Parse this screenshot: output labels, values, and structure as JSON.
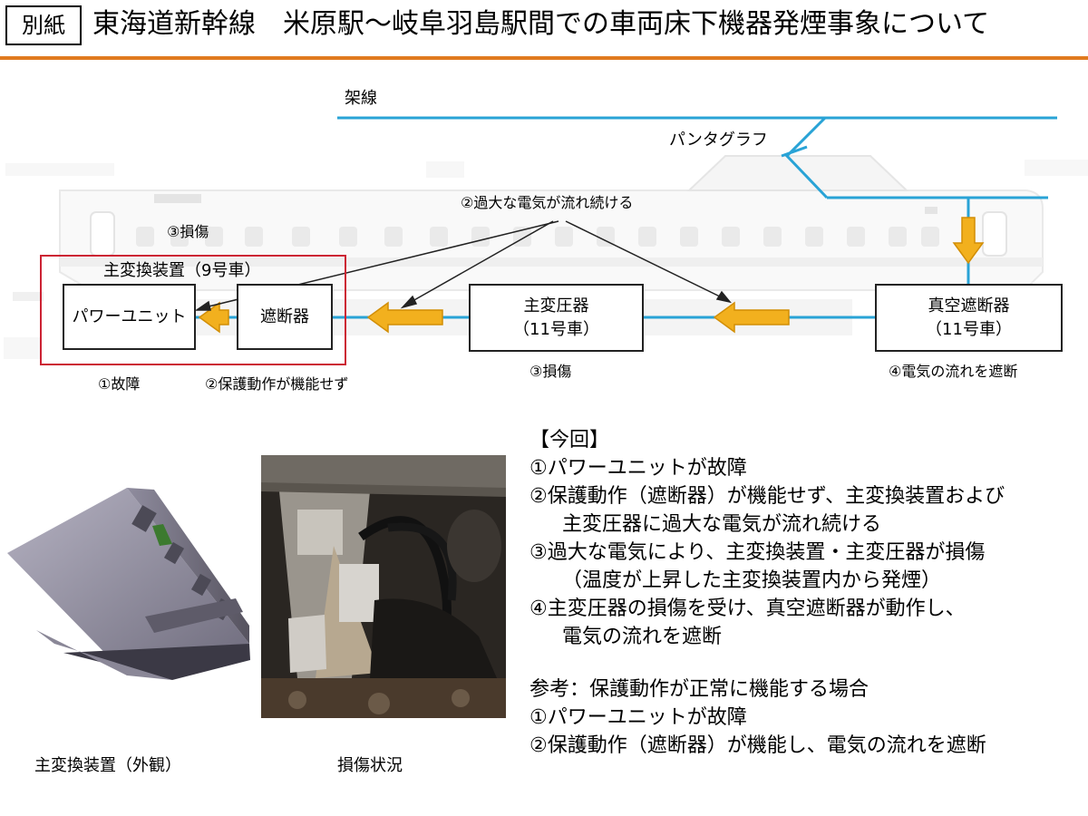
{
  "header": {
    "tag": "別紙",
    "title": "東海道新幹線　米原駅～岐阜羽島駅間での車両床下機器発煙事象について"
  },
  "diagram": {
    "overhead_line": "架線",
    "pantograph": "パンタグラフ",
    "excess_power": "②過大な電気が流れ続ける",
    "damage_top": "③損傷",
    "converter_title": "主変換装置（9号車）",
    "power_unit": "パワーユニット",
    "breaker": "遮断器",
    "transformer_line1": "主変圧器",
    "transformer_line2": "（11号車）",
    "vcb_line1": "真空遮断器",
    "vcb_line2": "（11号車）",
    "label_failure": "①故障",
    "label_protection": "②保護動作が機能せず",
    "label_damage": "③損傷",
    "label_cutoff": "④電気の流れを遮断",
    "colors": {
      "wire": "#29a3d6",
      "arrow": "#f2b01e",
      "frame": "#cc2233",
      "accent": "#e07a1f"
    }
  },
  "photos": {
    "left_caption": "主変換装置（外観）",
    "right_caption": "損傷状況"
  },
  "notes": {
    "heading": "【今回】",
    "current": [
      "①パワーユニットが故障",
      "②保護動作（遮断器）が機能せず、主変換装置および",
      "主変圧器に過大な電気が流れ続ける",
      "③過大な電気により、主変換装置・主変圧器が損傷",
      "（温度が上昇した主変換装置内から発煙）",
      "④主変圧器の損傷を受け、真空遮断器が動作し、",
      "電気の流れを遮断"
    ],
    "reference_heading": "参考：保護動作が正常に機能する場合",
    "reference": [
      "①パワーユニットが故障",
      "②保護動作（遮断器）が機能し、電気の流れを遮断"
    ]
  }
}
